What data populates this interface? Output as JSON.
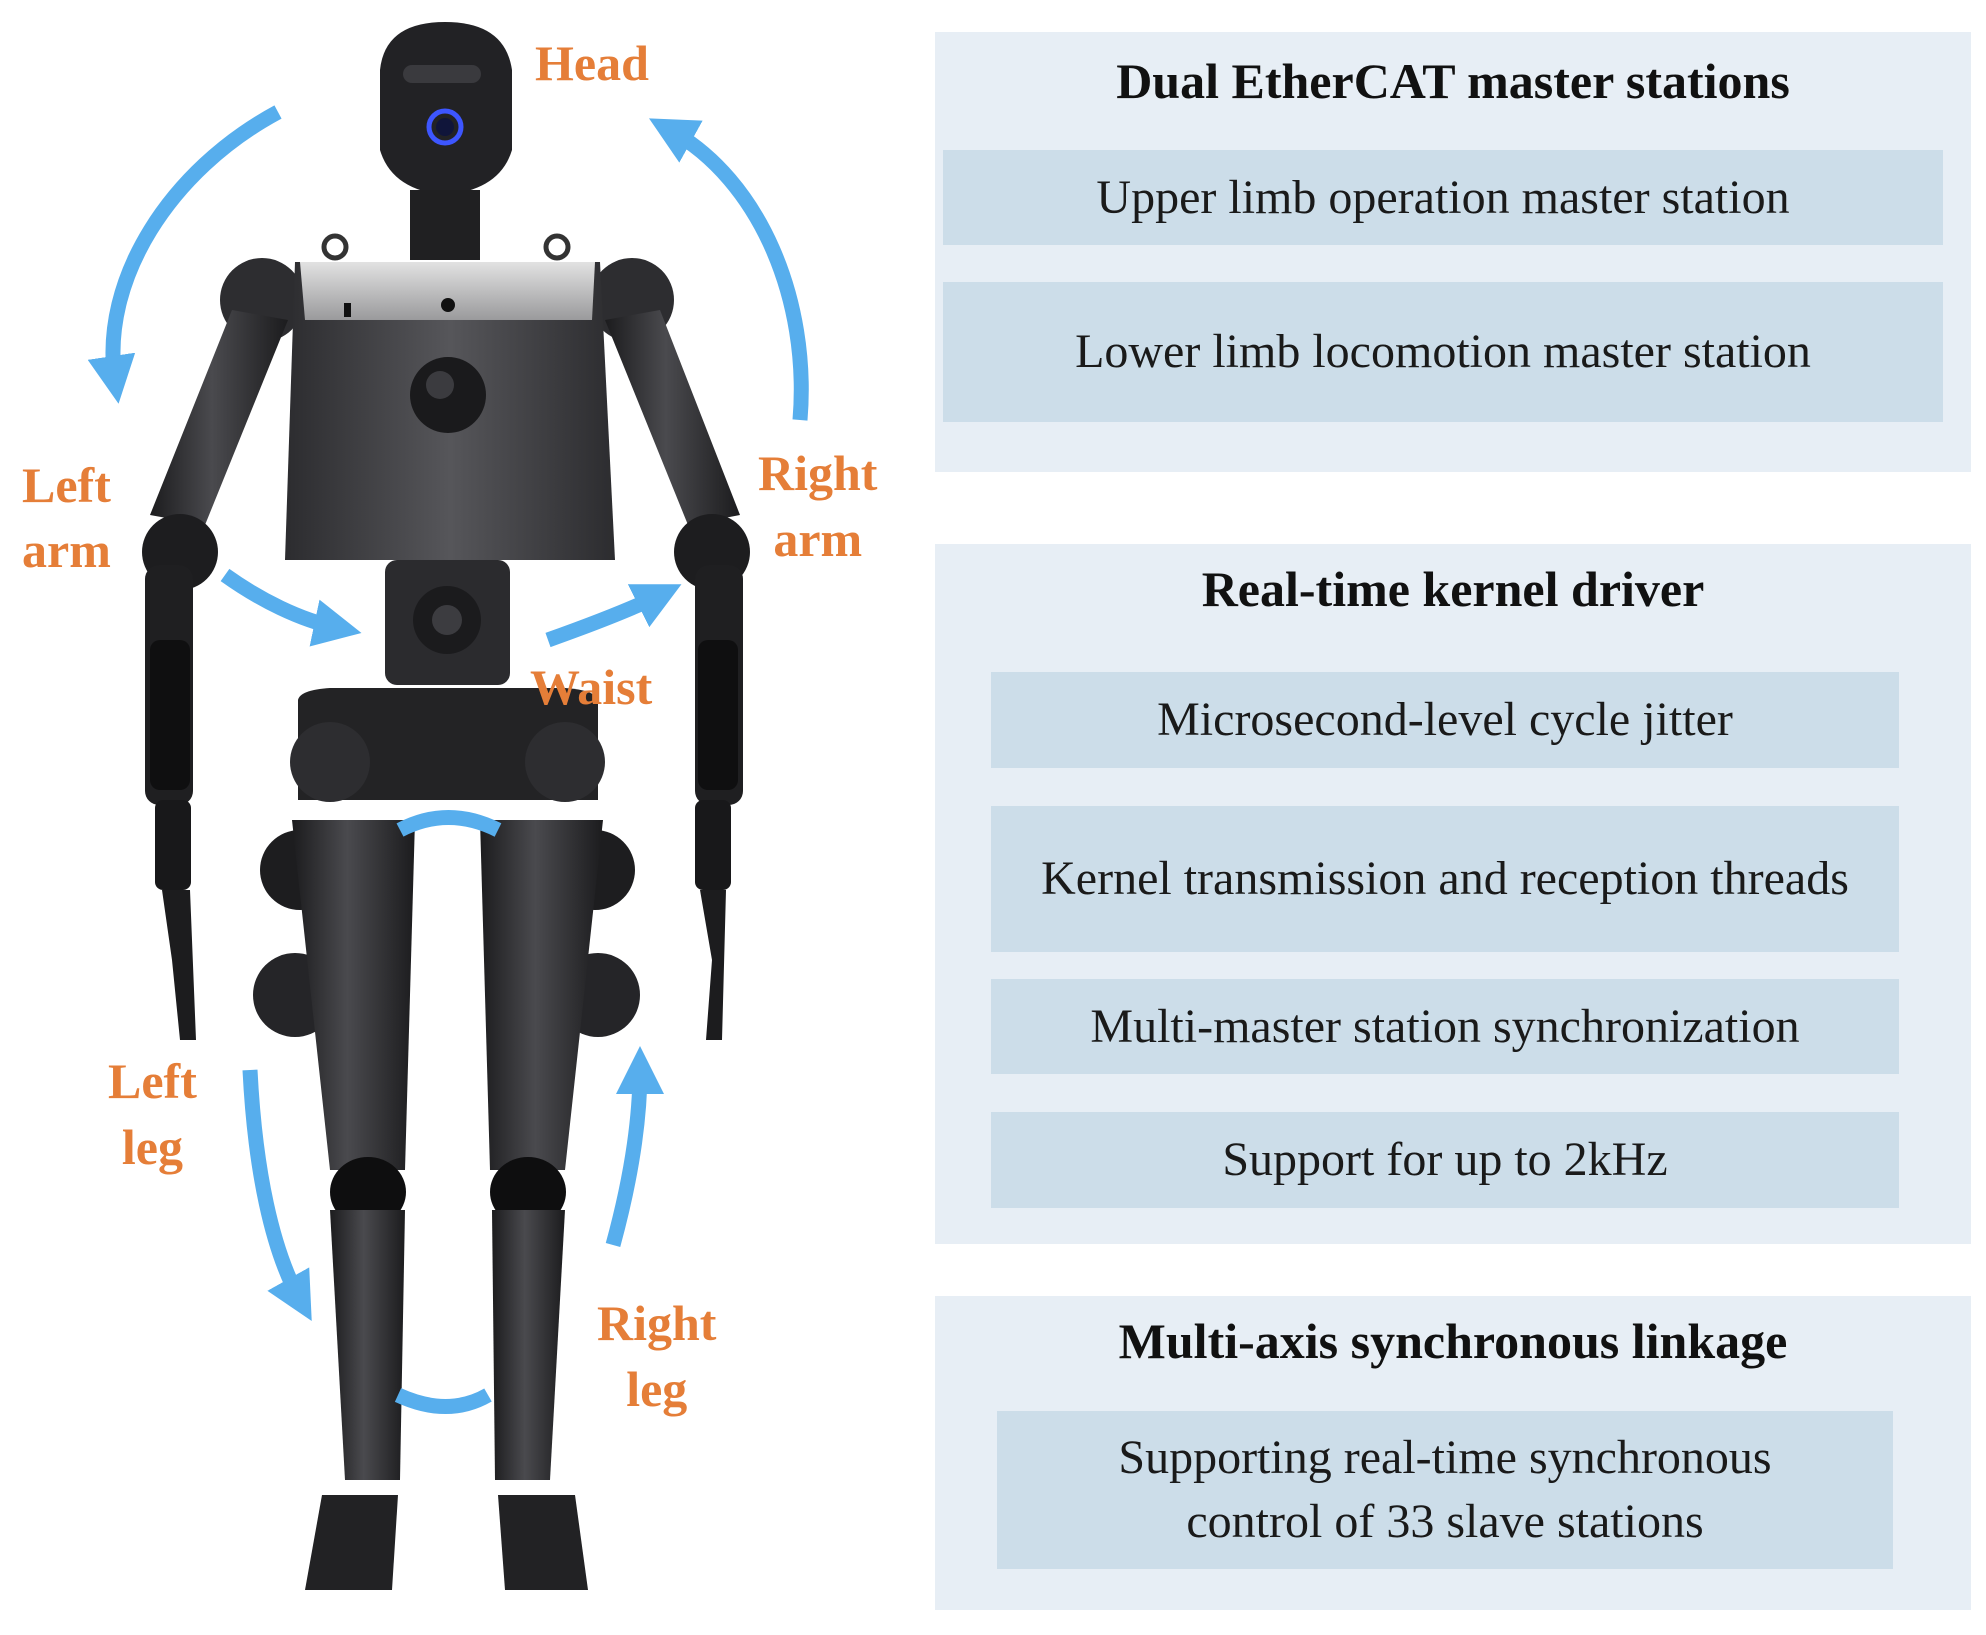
{
  "figure": {
    "labels": {
      "head": "Head",
      "left_arm": [
        "Left",
        "arm"
      ],
      "right_arm": [
        "Right",
        "arm"
      ],
      "waist": "Waist",
      "left_leg": [
        "Left",
        "leg"
      ],
      "right_leg": [
        "Right",
        "leg"
      ]
    },
    "colors": {
      "label": "#e57e38",
      "arrow": "#57aeed",
      "robot_body": "#2a2a2c",
      "robot_chest": "#48484b",
      "chest_plate": "#c9c9c9",
      "eye_ring": "#3d56ff"
    }
  },
  "panels": [
    {
      "title": "Dual EtherCAT master stations",
      "items": [
        "Upper limb operation master station",
        "Lower limb locomotion master station"
      ]
    },
    {
      "title": "Real-time kernel driver",
      "items": [
        "Microsecond-level cycle jitter",
        "Kernel transmission and reception threads",
        "Multi-master station synchronization",
        "Support for up to 2kHz"
      ]
    },
    {
      "title": "Multi-axis synchronous linkage",
      "items": [
        "Supporting real-time synchronous control of 33 slave stations"
      ]
    }
  ],
  "colors": {
    "panel_bg": "#e7eef5",
    "item_bg": "#ccdde9",
    "title_text": "#111111"
  }
}
